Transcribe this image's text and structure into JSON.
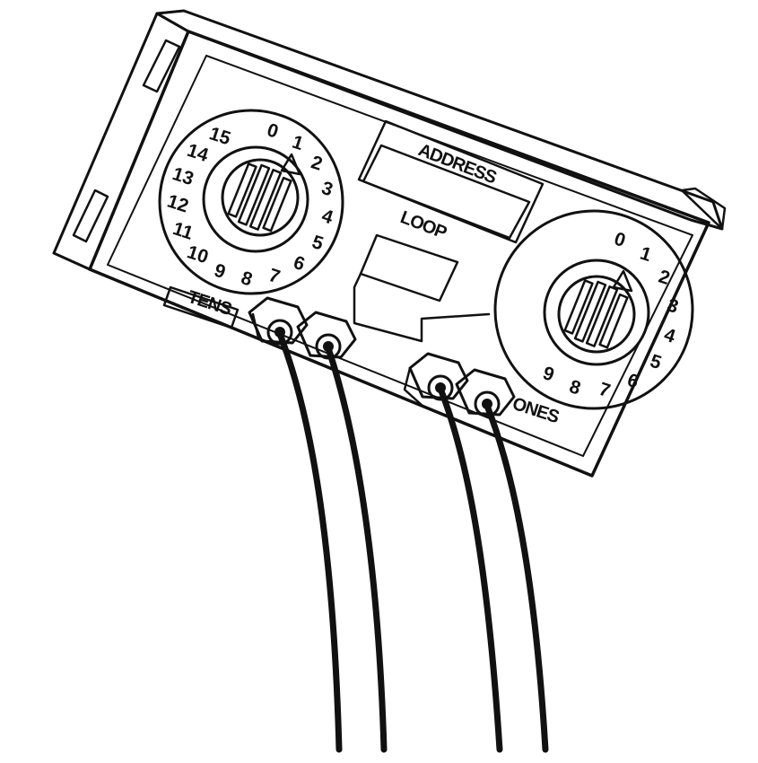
{
  "labels": {
    "address": "ADDRESS",
    "loop": "LOOP",
    "tens": "TENS",
    "ones": "ONES"
  },
  "tens_dial": {
    "numbers": [
      "0",
      "1",
      "2",
      "3",
      "4",
      "5",
      "6",
      "7",
      "8",
      "9",
      "10",
      "11",
      "12",
      "13",
      "14",
      "15"
    ],
    "pointer_at": "1"
  },
  "ones_dial": {
    "numbers": [
      "0",
      "1",
      "2",
      "3",
      "4",
      "5",
      "6",
      "7",
      "8",
      "9"
    ],
    "pointer_at": "1"
  },
  "wires": {
    "count": 4,
    "color": "#111111"
  }
}
